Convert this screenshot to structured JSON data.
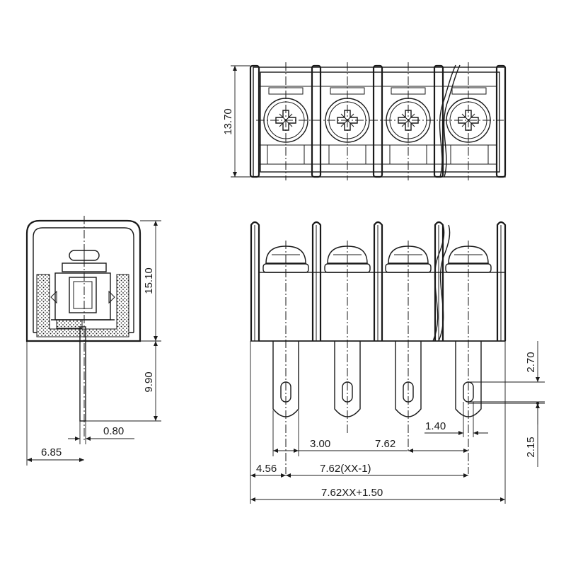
{
  "dimensions": {
    "top_height": "13.70",
    "side_height": "15.10",
    "pin_length": "9.90",
    "pin_width": "0.80",
    "side_depth": "6.85",
    "slot_height": "2.70",
    "slot_offset": "2.15",
    "pin_thickness": "1.40",
    "slot_width": "3.00",
    "pitch": "7.62",
    "first_offset": "4.56",
    "pitch_total": "7.62(XX-1)",
    "overall_length": "7.62XX+1.50"
  },
  "colors": {
    "line": "#1a1a1a",
    "background": "#ffffff"
  }
}
